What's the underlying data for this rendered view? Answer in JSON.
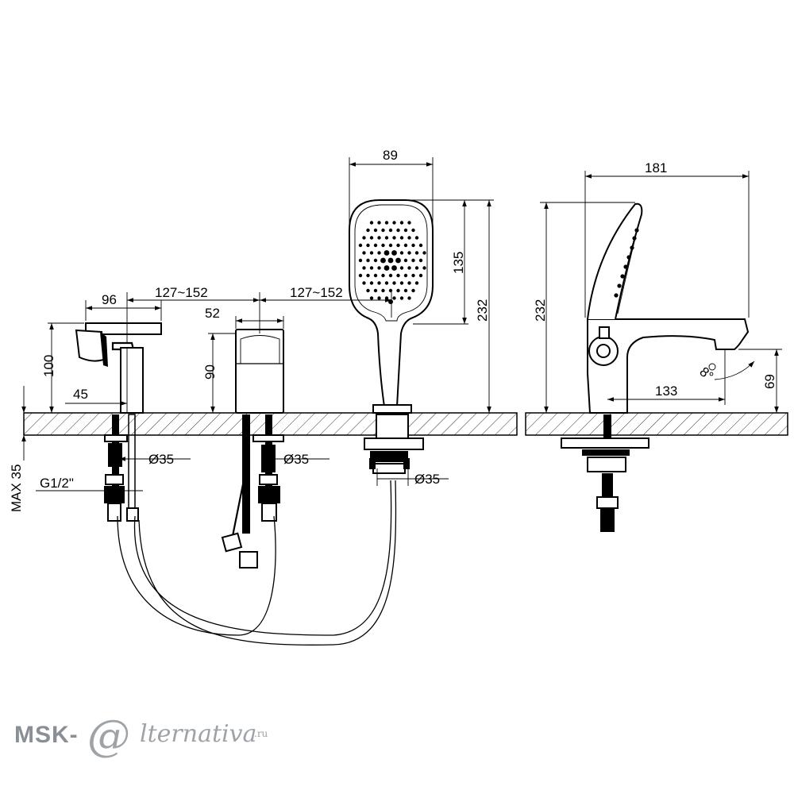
{
  "dimensions": {
    "front_spout_width": "96",
    "front_spacing_1": "127~152",
    "front_spacing_2": "127~152",
    "front_mixer_width": "52",
    "front_spout_height": "100",
    "front_mixer_height": "90",
    "front_spout_offset": "45",
    "hole_dia_1": "Ø35",
    "hole_dia_2": "Ø35",
    "hole_dia_3": "Ø35",
    "thread": "G1/2\"",
    "max_deck": "MAX 35",
    "shower_width": "89",
    "shower_head_height": "135",
    "shower_total_height": "232",
    "side_length": "181",
    "side_height": "232",
    "side_reach": "133",
    "side_outlet_height": "69",
    "side_angle": "8°"
  },
  "watermark": {
    "msk": "MSK-",
    "at": "@",
    "rest": "lternativa",
    "ru": ".ru"
  }
}
